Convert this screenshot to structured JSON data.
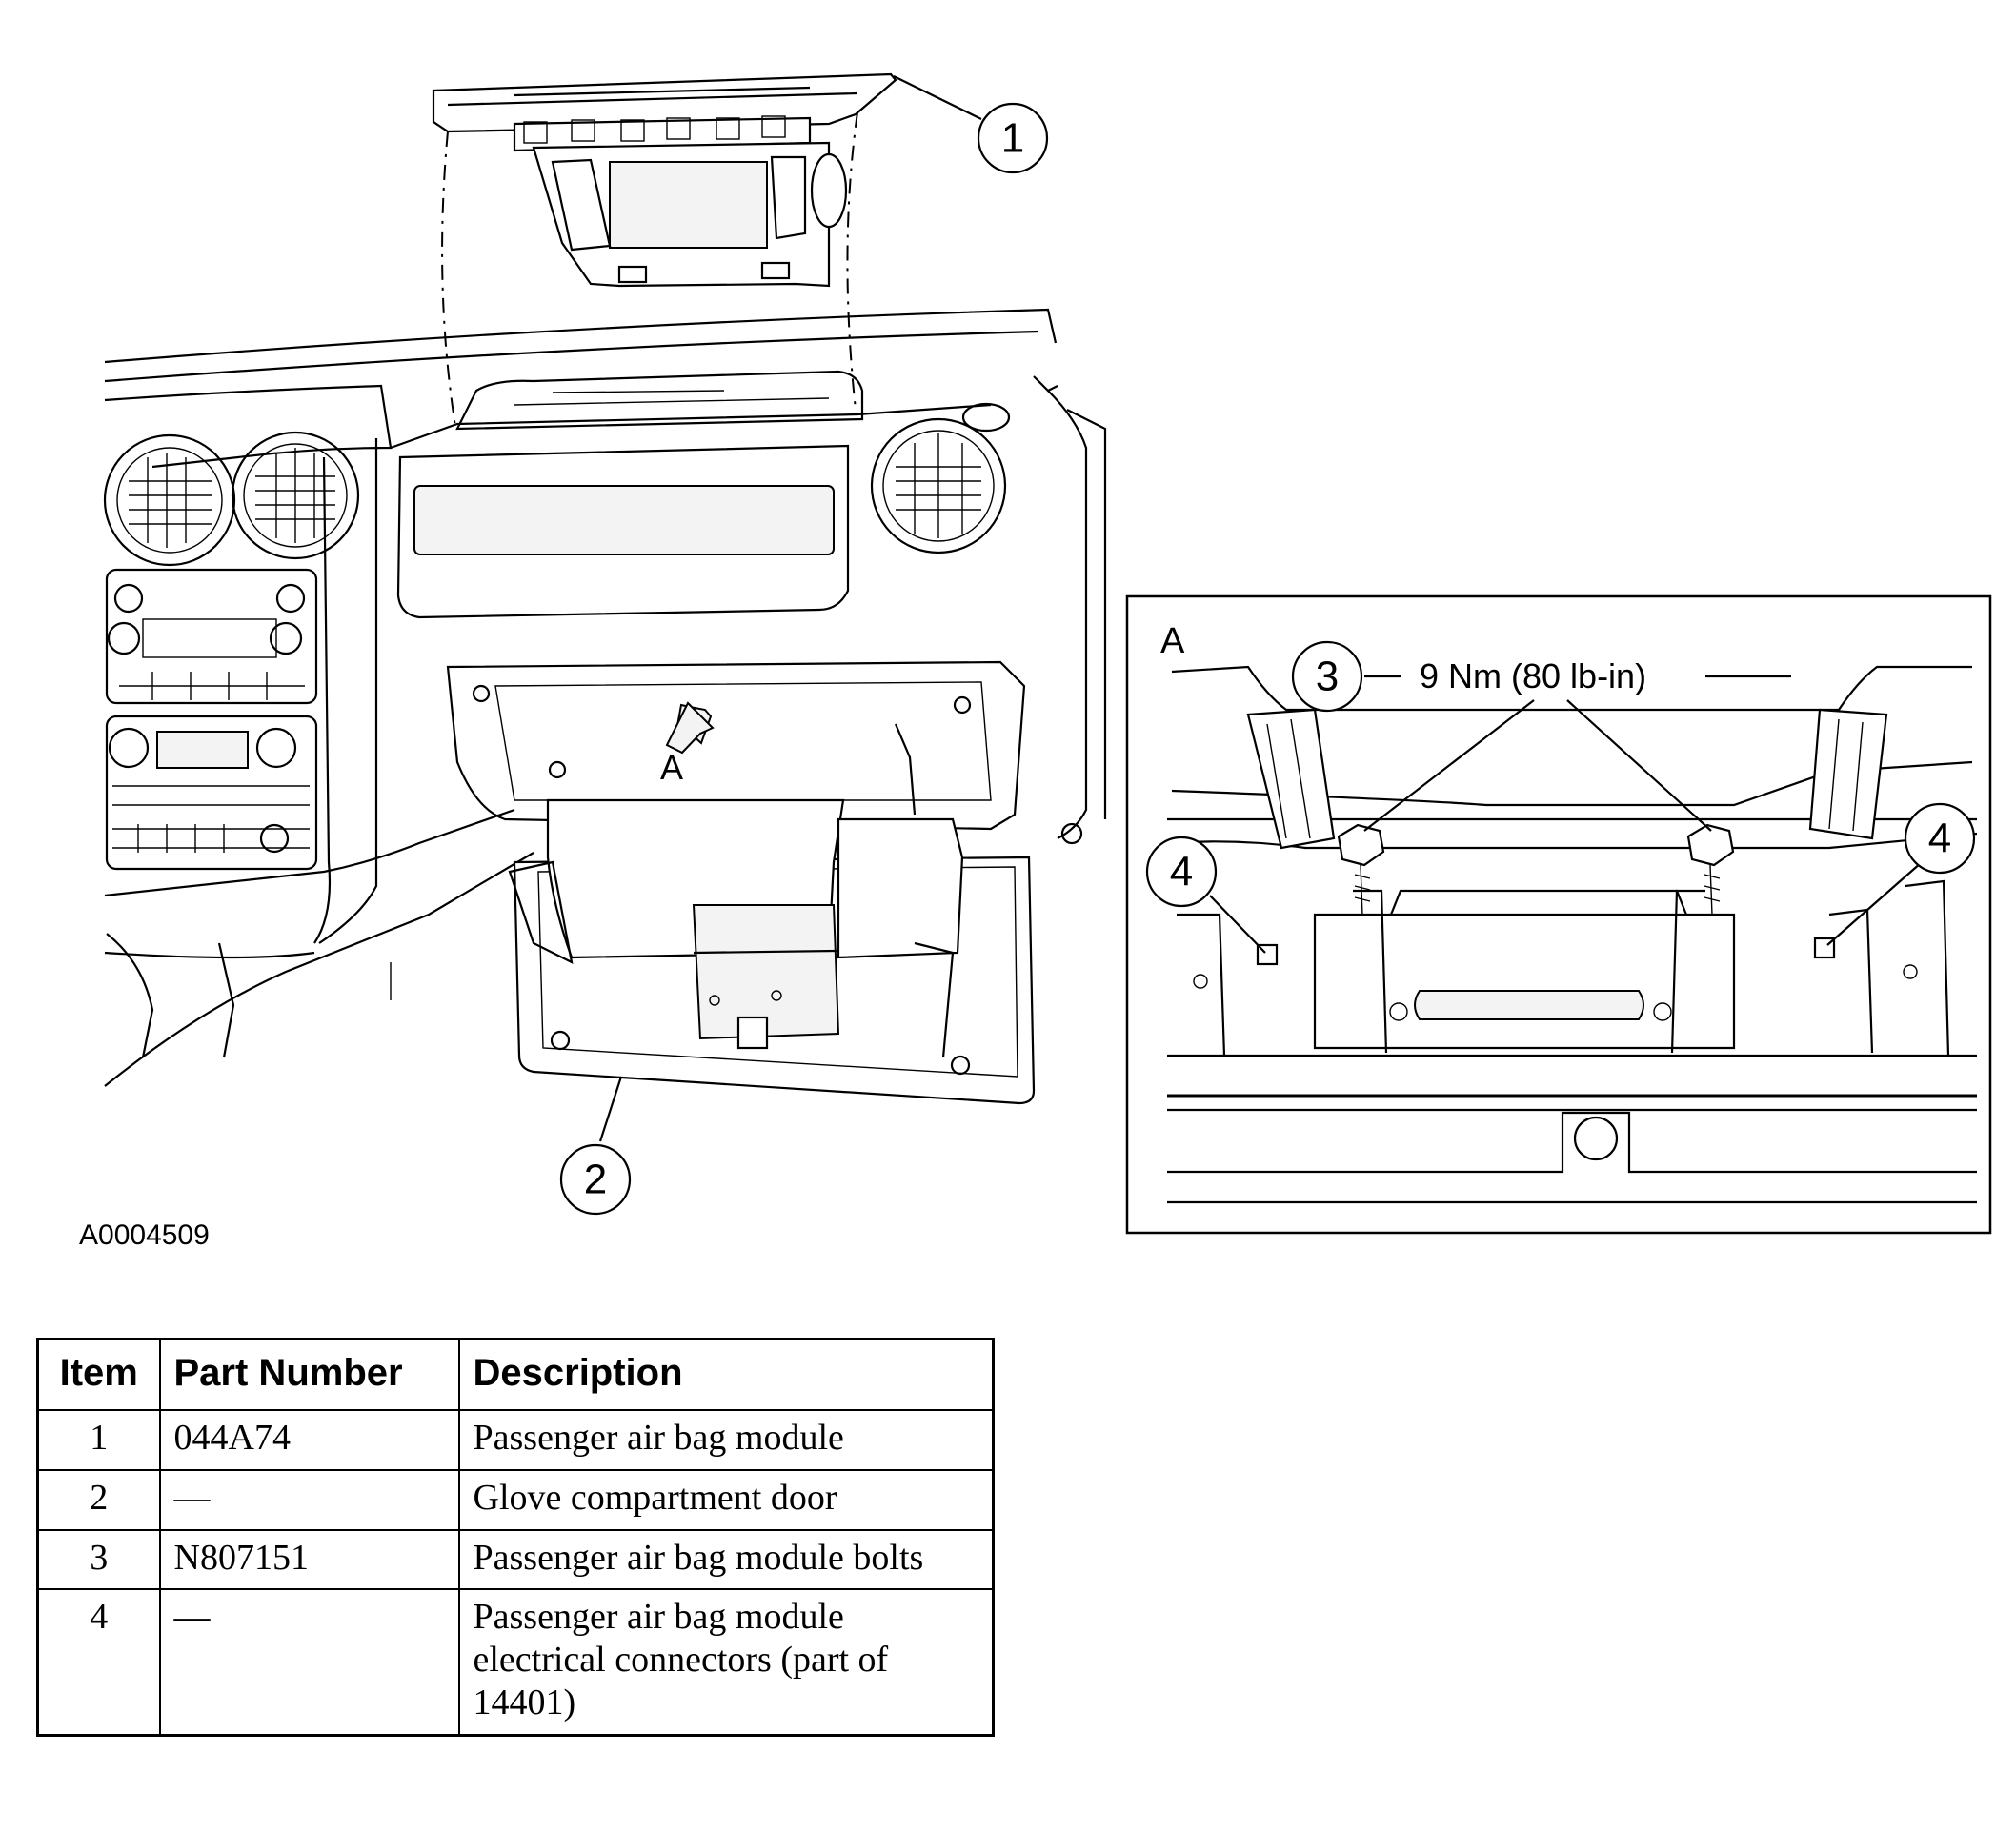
{
  "figure": {
    "figure_id": "A0004509",
    "callouts": {
      "c1": "1",
      "c2": "2",
      "c3": "3",
      "c4a": "4",
      "c4b": "4"
    },
    "view_label_main": "A",
    "view_label_inset": "A",
    "torque_spec": "9 Nm (80 lb-in)"
  },
  "parts_table": {
    "headers": {
      "item": "Item",
      "part_number": "Part Number",
      "description": "Description"
    },
    "rows": [
      {
        "item": "1",
        "part_number": "044A74",
        "description": "Passenger air bag module"
      },
      {
        "item": "2",
        "part_number": "—",
        "description": "Glove compartment door"
      },
      {
        "item": "3",
        "part_number": "N807151",
        "description": "Passenger air bag module bolts"
      },
      {
        "item": "4",
        "part_number": "—",
        "description": "Passenger air bag module electrical connectors (part of 14401)"
      }
    ]
  }
}
